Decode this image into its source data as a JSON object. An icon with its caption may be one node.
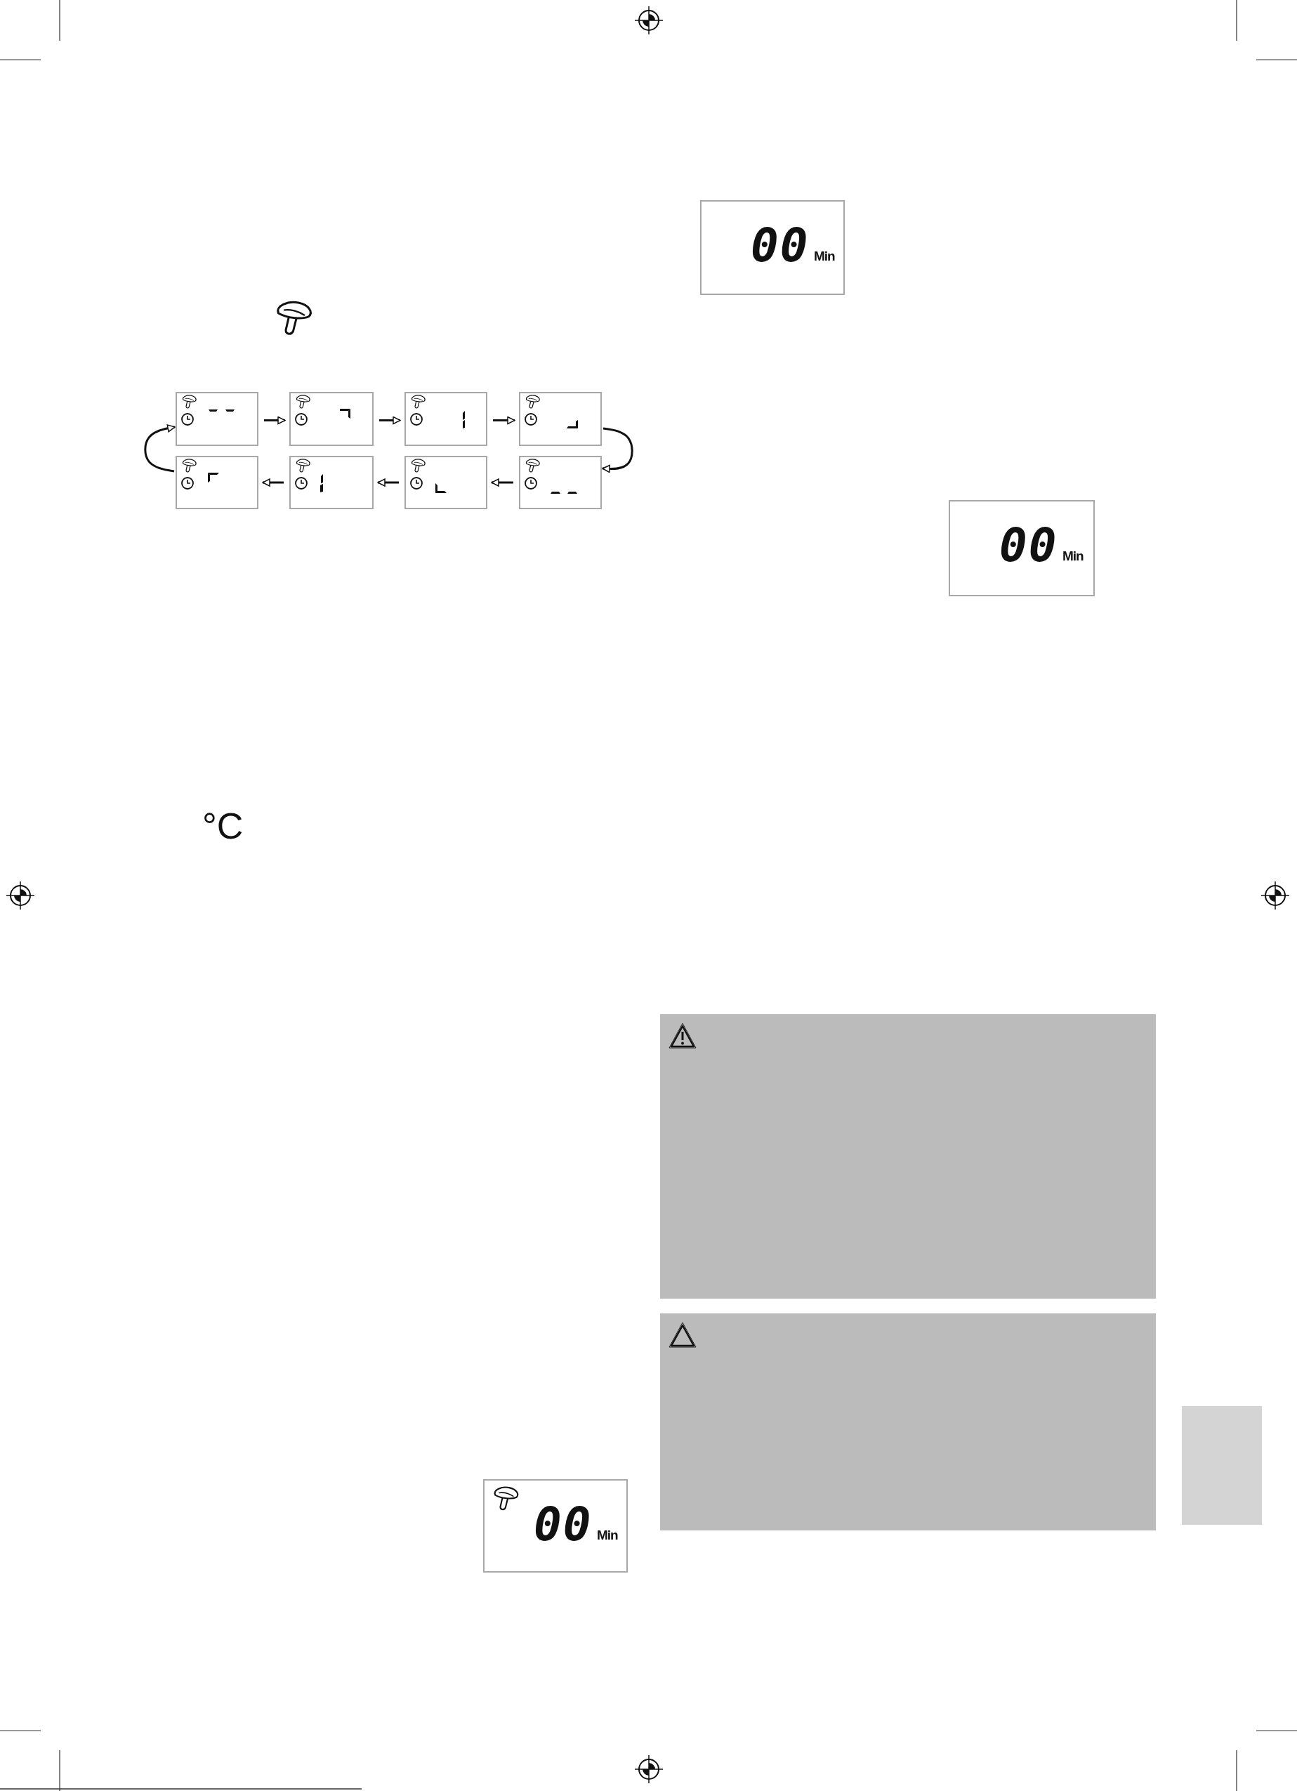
{
  "diagram": {
    "nodes": [
      {
        "text": [],
        "shape": "box"
      },
      {
        "text": [],
        "shape": "box"
      },
      {
        "text": [],
        "shape": "box"
      },
      {
        "text": [],
        "shape": "box"
      },
      {
        "text": [],
        "shape": "box"
      },
      {
        "text": [],
        "shape": "box"
      },
      {
        "text": [],
        "shape": "box"
      },
      {
        "text": [],
        "shape": "box"
      },
      {
        "text": [
          "00",
          "Min"
        ]
      },
      {
        "text": [
          "00",
          "Min"
        ]
      },
      {
        "text": [
          "00",
          "Min"
        ]
      },
      {
        "text": [],
        "shape": "box"
      }
    ],
    "edges": [
      {
        "from": 0,
        "to": 1,
        "arrow": "to"
      },
      {
        "from": 1,
        "to": 2,
        "arrow": "to"
      },
      {
        "from": 2,
        "to": 3,
        "arrow": "to"
      },
      {
        "from": 3,
        "to": 7,
        "arrow": "to"
      },
      {
        "from": 7,
        "to": 6,
        "arrow": "to"
      },
      {
        "from": 6,
        "to": 5,
        "arrow": "to"
      },
      {
        "from": 5,
        "to": 4,
        "arrow": "to"
      },
      {
        "from": 4,
        "to": 0,
        "arrow": "to"
      }
    ],
    "labels": [
      "°C"
    ]
  }
}
